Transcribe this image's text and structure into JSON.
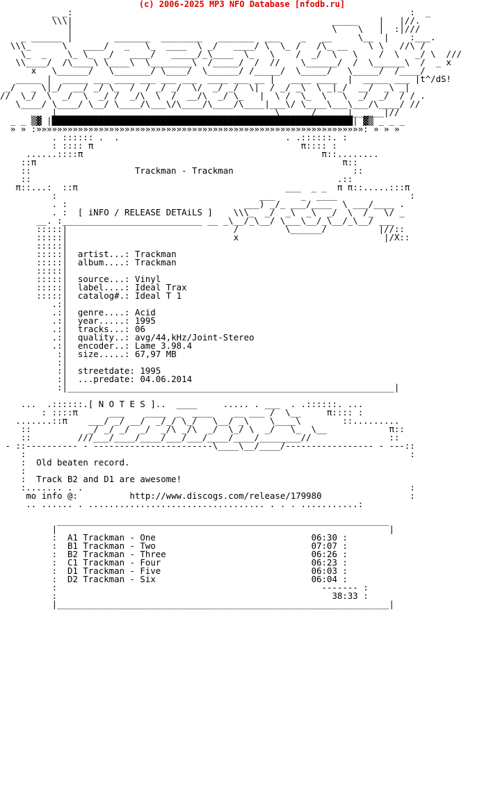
{
  "header": {
    "credit": "(c) 2006-2025 MP3 NFO Database [nfodb.ru]"
  },
  "nfo": {
    "banner_lines": [
      "          _ _:                                                                 :  _ ",
      "          \\\\\\|                                                  _____    |   |//.",
      "             |                                                  \\    \\   |  :|///",
      "    _ ______ |        _______  ________   _______  ___    _   __     \\__  |    :___.",
      "  \\\\\\_      \\   ____/   _   \\_  ____  \\ _/   ____/ \\  \\_ /   /\\_ __    \\ \\   //\\ /  ",
      "    \\_  _    \\_ \\_  _/   ____/   _____/_\\____  \\_   \\    /  _/  \\   \\    /  \\   _/ \\  /// ",
      "   \\\\____/  /\\____\\ \\____\\  \\________\\  /_____/  /  //    \\______/  /  \\______\\  /  _ x",
      "      x   \\______/   \\_______/ \\____/  \\______/ /_____/  \\_____/   \\_____/  /____/   ",
      "   _____ |  _____ ___ ____ ___ ___ ___  ____ ___ __ |   ____ ____  |  _____ ___ |t^/dS!",
      " _/   _ \\|_/  __/ _/ \\_  /  / _/ _/  \\/  _/ _/  \\|  / _/ _\\  \\ _|_/  __/  _\\ _|",
      "//  \\_/  \\  _/  \\  _/ /  _/\\  \\  /  __/\\  _/ \\_   |  \\ /  \\_  \\   \\  _/  _/  / / .",
      "   \\____/ \\____/ \\__/ \\____/\\___\\/\\____/\\____/\\____|___\\/ \\____\\___\\___/\\____/ //",
      "          |                                          \\______/      |______|//   ",
      "  _ _ ▒▓ |██████████████████████████████████████████████████████████| ▓▒ _ _ _",
      "  » » :»»»»»»»»»»»»»»»»»»»»»»»»»»»»»»»»»»»»»»»»»»»»»»»»»»»»»»»»»»»»»»»: » » »",
      "          . :::::: .  .                                . .::::::. :",
      "          : :::: π                                        π:::: :",
      "     ......::::π                                              π::........",
      "    ::π                                                           π::",
      "    ::                    Trackman - Trackman                       ::",
      "    ::                                                           .::",
      "   π::...:  ::π                                        ___  _ _  π π::.....:::π"
    ],
    "info_frame_lines": [
      "          :                                       ___     _  ____              :",
      "          . :                                  ___) _/_ ___/____  \\ ___/____ .",
      "          . :  [ iNFO / RELEASE DETAiLS ]    \\\\\\_  _/  _\\  _\\  _/  \\  /_  \\/ _",
      "       __. :___________________________ __ _\\__/_\\__/ \\___\\__/_\\__/_\\__/ ___",
      "       :::::|                                /         \\______/          |//::",
      "       :::::|                                x                            |/X::",
      "       :::::|"
    ],
    "fields": [
      {
        "key": "artist...:",
        "value": "Trackman"
      },
      {
        "key": "album....:",
        "value": "Trackman"
      },
      {
        "key": "",
        "value": ""
      },
      {
        "key": "source...:",
        "value": "Vinyl"
      },
      {
        "key": "label....:",
        "value": "Ideal Trax"
      },
      {
        "key": "catalog#.:",
        "value": "Ideal T 1"
      },
      {
        "key": "",
        "value": ""
      },
      {
        "key": "genre....:",
        "value": "Acid"
      },
      {
        "key": "year.....:",
        "value": "1995"
      },
      {
        "key": "tracks...:",
        "value": "06"
      },
      {
        "key": "quality..:",
        "value": "avg/44,kHz/Joint-Stereo"
      },
      {
        "key": "encoder..:",
        "value": "Lame 3.98.4"
      },
      {
        "key": "size.....:",
        "value": "67,97 MB"
      },
      {
        "key": "",
        "value": ""
      },
      {
        "key": "streetdate:",
        "value": "1995"
      },
      {
        "key": "...predate:",
        "value": "04.06.2014"
      }
    ],
    "notes_title": ".[ N O T E S ].",
    "notes": [
      "Old beaten record.",
      "",
      "Track B2 and D1 are awesome!"
    ],
    "more_info_label": "mo info @:",
    "more_info_url": "http://www.discogs.com/release/179980",
    "tracks": [
      {
        "pos": "A1",
        "title": "Trackman - One",
        "time": "06:30"
      },
      {
        "pos": "B1",
        "title": "Trackman - Two",
        "time": "07:07"
      },
      {
        "pos": "B2",
        "title": "Trackman - Three",
        "time": "06:26"
      },
      {
        "pos": "C1",
        "title": "Trackman - Four",
        "time": "06:23"
      },
      {
        "pos": "D1",
        "title": "Trackman - Five",
        "time": "06:03"
      },
      {
        "pos": "D2",
        "title": "Trackman - Six",
        "time": "06:04"
      }
    ],
    "total_divider": "-------",
    "total_time": "38:33"
  }
}
